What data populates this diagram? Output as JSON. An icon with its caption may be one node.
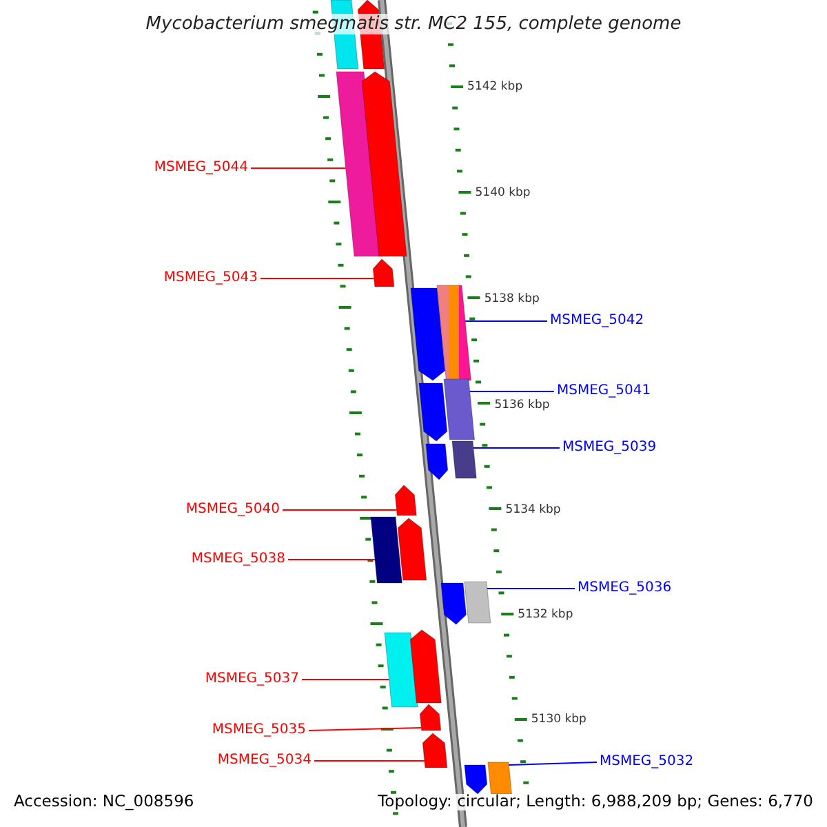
{
  "diagram": {
    "title": "Mycobacterium smegmatis str. MC2 155, complete genome",
    "nodes": [
      {
        "text": [
          "MSMEG_5044"
        ]
      },
      {
        "text": [
          "MSMEG_5043"
        ]
      },
      {
        "text": [
          "MSMEG_5042"
        ]
      },
      {
        "text": [
          "MSMEG_5041"
        ]
      },
      {
        "text": [
          "MSMEG_5039"
        ]
      },
      {
        "text": [
          "MSMEG_5040"
        ]
      },
      {
        "text": [
          "MSMEG_5038"
        ]
      },
      {
        "text": [
          "MSMEG_5036"
        ]
      },
      {
        "text": [
          "MSMEG_5037"
        ]
      },
      {
        "text": [
          "MSMEG_5035"
        ]
      },
      {
        "text": [
          "MSMEG_5034"
        ]
      },
      {
        "text": [
          "MSMEG_5032"
        ]
      },
      {
        "text": [],
        "shape": "bar"
      },
      {
        "text": [],
        "shape": "bar"
      },
      {
        "text": [],
        "shape": "bar"
      },
      {
        "text": [],
        "shape": "bar"
      },
      {
        "text": [],
        "shape": "bar"
      },
      {
        "text": [],
        "shape": "bar"
      },
      {
        "text": [],
        "shape": "bar"
      },
      {
        "text": [],
        "shape": "bar"
      },
      {
        "text": [],
        "shape": "bar"
      },
      {
        "text": [],
        "shape": "bar"
      },
      {
        "text": [],
        "shape": "bar"
      },
      {
        "text": [],
        "shape": "bar"
      },
      {
        "text": [],
        "shape": "bar"
      },
      {
        "text": [],
        "shape": "bar"
      },
      {
        "text": [],
        "shape": "bar"
      },
      {
        "text": [],
        "shape": "bar"
      },
      {
        "text": [],
        "shape": "bar"
      },
      {
        "text": [],
        "shape": "bar"
      },
      {
        "text": [],
        "shape": "bar"
      },
      {
        "text": [],
        "shape": "bar"
      },
      {
        "text": [],
        "shape": "bar"
      },
      {
        "text": [],
        "shape": "bar"
      }
    ],
    "edges": [
      {
        "from": 0,
        "to": 14,
        "arrow": "none"
      },
      {
        "from": 1,
        "to": 16,
        "arrow": "none"
      },
      {
        "from": 2,
        "to": 18,
        "arrow": "none",
        "color": "#0000ff"
      },
      {
        "from": 3,
        "to": 20,
        "arrow": "none",
        "color": "#0000ff"
      },
      {
        "from": 4,
        "to": 22,
        "arrow": "none",
        "color": "#0000ff"
      },
      {
        "from": 5,
        "to": 23,
        "arrow": "none"
      },
      {
        "from": 6,
        "to": 24,
        "arrow": "none"
      },
      {
        "from": 7,
        "to": 27,
        "arrow": "none",
        "color": "#0000ff"
      },
      {
        "from": 8,
        "to": 28,
        "arrow": "none"
      },
      {
        "from": 9,
        "to": 30,
        "arrow": "none"
      },
      {
        "from": 10,
        "to": 31,
        "arrow": "none"
      },
      {
        "from": 11,
        "to": 33,
        "arrow": "none",
        "color": "#0000ff"
      }
    ],
    "labels": [
      "5142 kbp",
      "5140 kbp",
      "5138 kbp",
      "5136 kbp",
      "5134 kbp",
      "5132 kbp",
      "5130 kbp",
      "Accession: NC_008596",
      "Topology: circular; Length: 6,988,209 bp; Genes: 6,770"
    ]
  }
}
